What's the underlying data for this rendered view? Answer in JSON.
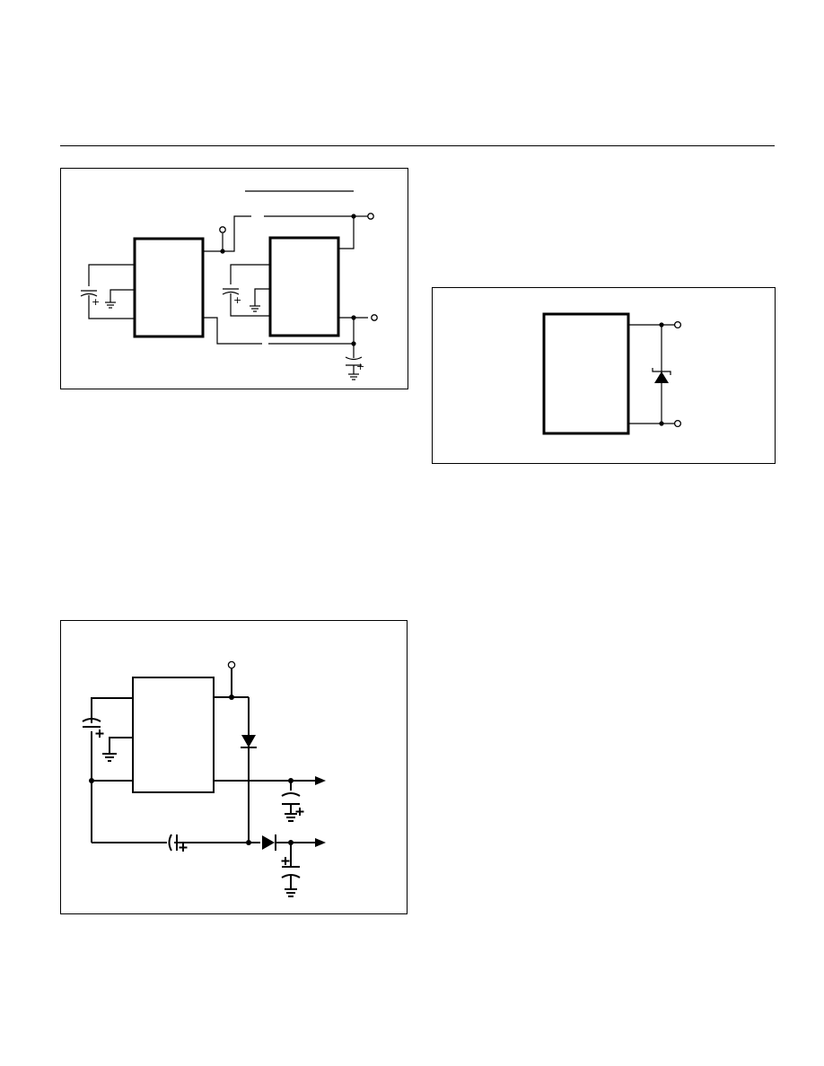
{
  "figures": [
    {
      "id": "figure-dual-regulator",
      "components": [
        "ic-block",
        "ic-block",
        "capacitor",
        "capacitor",
        "capacitor",
        "ground-symbol",
        "output-terminal"
      ]
    },
    {
      "id": "figure-charge-pump",
      "components": [
        "ic-block",
        "diode",
        "diode",
        "capacitor",
        "capacitor",
        "capacitor",
        "arrow-output"
      ]
    },
    {
      "id": "figure-zener-clamp",
      "components": [
        "ic-block",
        "zener-diode",
        "output-terminal"
      ]
    }
  ],
  "page_text": []
}
